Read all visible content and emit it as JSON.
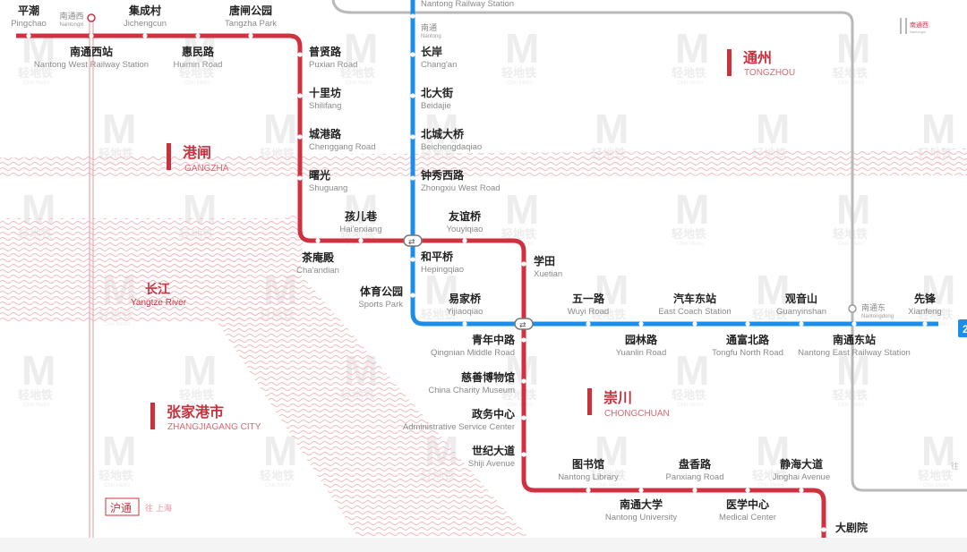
{
  "watermark": {
    "logo": "M",
    "zh": "轻地铁",
    "en": "Chin Metro"
  },
  "colors": {
    "red_line": "#d03140",
    "blue_line": "#1c8ee8",
    "gray_line": "#b8b8b8",
    "district": "#c8323d"
  },
  "districts": [
    {
      "id": "gangzha",
      "zh": "港闸",
      "en": "GANGZHA"
    },
    {
      "id": "tongzhou",
      "zh": "通州",
      "en": "TONGZHOU"
    },
    {
      "id": "chongchuan",
      "zh": "崇川",
      "en": "CHONGCHUAN"
    },
    {
      "id": "zhangjiagang",
      "zh": "张家港市",
      "en": "ZHANGJIAGANG CITY"
    }
  ],
  "river": {
    "zh": "长江",
    "en": "Yangtze River"
  },
  "hutong": {
    "label": "沪通",
    "note": "往 上海"
  },
  "far_right": {
    "note": "往"
  },
  "red_line": {
    "stations": [
      {
        "id": "pingchao",
        "zh": "平潮",
        "en": "Pingchao"
      },
      {
        "id": "nantongxi-rail",
        "zh": "南通西",
        "en": "Nantongxi"
      },
      {
        "id": "jichengcun",
        "zh": "集成村",
        "en": "Jichengcun"
      },
      {
        "id": "tangzha-park",
        "zh": "唐闸公园",
        "en": "Tangzha Park"
      },
      {
        "id": "nantong-west",
        "zh": "南通西站",
        "en": "Nantong West Railway Station"
      },
      {
        "id": "huimin-road",
        "zh": "惠民路",
        "en": "Huimin Road"
      },
      {
        "id": "puxian-road",
        "zh": "普贤路",
        "en": "Puxian Road"
      },
      {
        "id": "shilifang",
        "zh": "十里坊",
        "en": "Shilifang"
      },
      {
        "id": "chenggang-road",
        "zh": "城港路",
        "en": "Chenggang Road"
      },
      {
        "id": "shuguang",
        "zh": "曙光",
        "en": "Shuguang"
      },
      {
        "id": "chaandian",
        "zh": "茶庵殿",
        "en": "Cha'andian"
      },
      {
        "id": "haierxiang",
        "zh": "孩儿巷",
        "en": "Hai'erxiang"
      },
      {
        "id": "youyiqiao",
        "zh": "友谊桥",
        "en": "Youyiqiao"
      },
      {
        "id": "xuetian",
        "zh": "学田",
        "en": "Xuetian"
      },
      {
        "id": "qingnian-middle",
        "zh": "青年中路",
        "en": "Qingnian Middle Road"
      },
      {
        "id": "charity-museum",
        "zh": "慈善博物馆",
        "en": "China Charity Museum"
      },
      {
        "id": "admin-center",
        "zh": "政务中心",
        "en": "Administrative Service Center"
      },
      {
        "id": "shiji-avenue",
        "zh": "世纪大道",
        "en": "Shiji Avenue"
      },
      {
        "id": "nantong-library",
        "zh": "图书馆",
        "en": "Nantong Library"
      },
      {
        "id": "nantong-university",
        "zh": "南通大学",
        "en": "Nantong University"
      },
      {
        "id": "panxiang-road",
        "zh": "盘香路",
        "en": "Panxiang Road"
      },
      {
        "id": "medical-center",
        "zh": "医学中心",
        "en": "Medical Center"
      },
      {
        "id": "jinghai-avenue",
        "zh": "静海大道",
        "en": "Jinghai Avenue"
      },
      {
        "id": "grand-theatre",
        "zh": "大剧院",
        "en": ""
      }
    ]
  },
  "blue_line": {
    "stations": [
      {
        "id": "nantong-rail-top",
        "zh": "",
        "en": "Nantong Railway Station"
      },
      {
        "id": "nantong-rail",
        "zh": "南通",
        "en": "Nantong"
      },
      {
        "id": "changan",
        "zh": "长岸",
        "en": "Chang'an"
      },
      {
        "id": "beidajie",
        "zh": "北大街",
        "en": "Beidajie"
      },
      {
        "id": "beichengdaqiao",
        "zh": "北城大桥",
        "en": "Beichengdaqiao"
      },
      {
        "id": "zhongxiu-west",
        "zh": "钟秀西路",
        "en": "Zhongxiu West Road"
      },
      {
        "id": "hepingqiao",
        "zh": "和平桥",
        "en": "Hepingqiao"
      },
      {
        "id": "sports-park",
        "zh": "体育公园",
        "en": "Sports Park"
      },
      {
        "id": "yijiaoqiao",
        "zh": "易家桥",
        "en": "Yijiaoqiao"
      },
      {
        "id": "wuyi-road",
        "zh": "五一路",
        "en": "Wuyi Road"
      },
      {
        "id": "yuanlin-road",
        "zh": "园林路",
        "en": "Yuanlin Road"
      },
      {
        "id": "east-coach",
        "zh": "汽车东站",
        "en": "East Coach Station"
      },
      {
        "id": "tongfu-north",
        "zh": "通富北路",
        "en": "Tongfu North Road"
      },
      {
        "id": "guanyinshan",
        "zh": "观音山",
        "en": "Guanyinshan"
      },
      {
        "id": "nantong-east-rail",
        "zh": "南通东站",
        "en": "Nantong East Railway Station"
      },
      {
        "id": "nantongdong",
        "zh": "南通东",
        "en": "Nantongdong"
      },
      {
        "id": "xianfeng",
        "zh": "先锋",
        "en": "Xianfeng"
      }
    ],
    "end_badge": "2"
  },
  "legend": {
    "zh": "南通西",
    "en": "Nantongxi"
  }
}
